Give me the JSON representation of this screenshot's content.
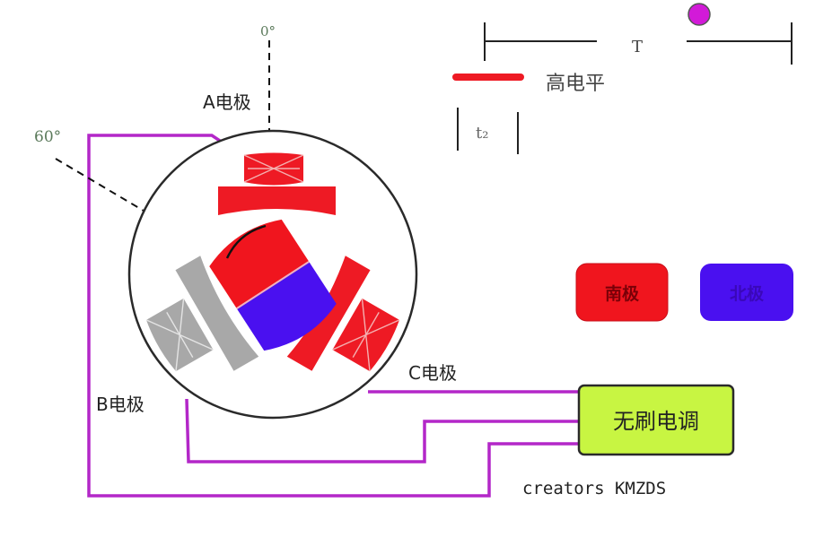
{
  "angles": {
    "zero": "0°",
    "sixty": "60°"
  },
  "electrodes": {
    "a": "A电极",
    "b": "B电极",
    "c": "C电极"
  },
  "legend": {
    "period": "T",
    "high_level": "高电平",
    "t2": "t₂",
    "south_pole": "南极",
    "north_pole": "北极",
    "south_color": "#f0151e",
    "north_color": "#4a10f0"
  },
  "controller": {
    "label": "无刷电调",
    "fill": "#c8f542"
  },
  "credit": "creators KMZDS",
  "colors": {
    "wire": "#b327c8",
    "energized": "#ee1a24",
    "idle": "#a8a8a8",
    "indicator_dot": "#d21ad8"
  }
}
